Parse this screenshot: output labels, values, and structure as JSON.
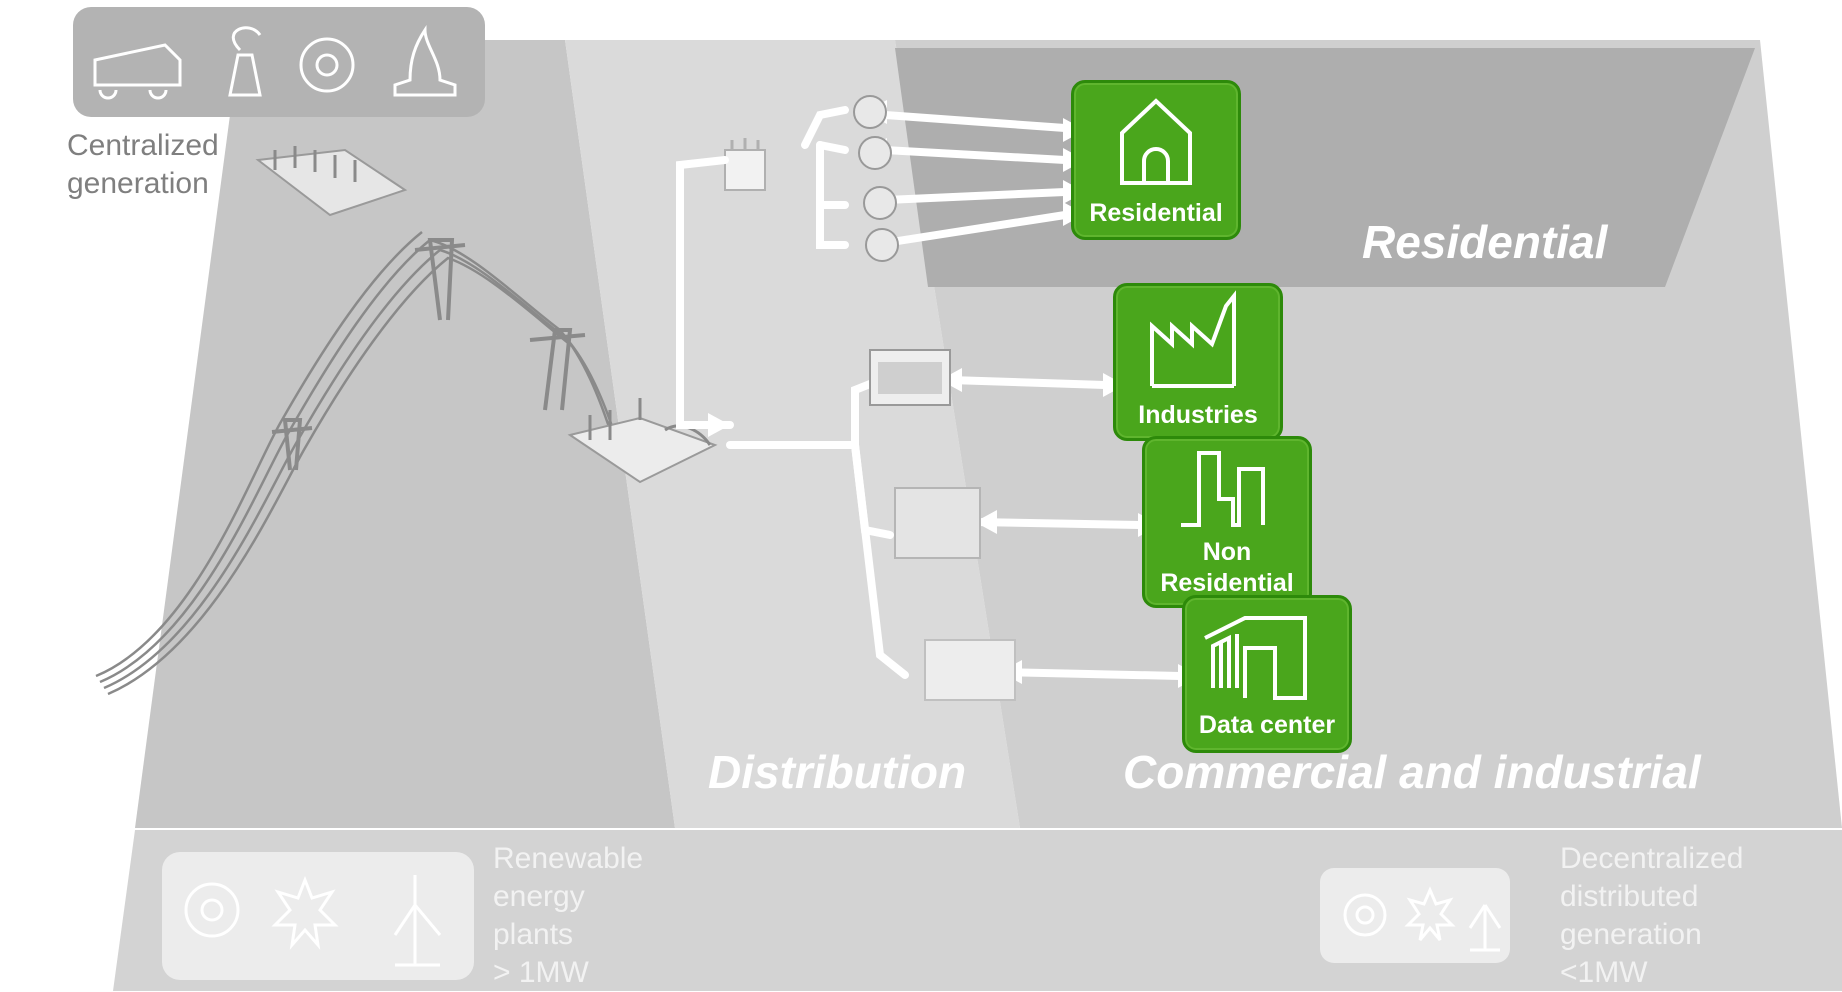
{
  "diagram": {
    "generation": {
      "centralized_label": [
        "Centralized",
        "generation"
      ],
      "icons": [
        "tank-truck-icon",
        "power-plant-icon",
        "gear-icon",
        "gas-flame-icon"
      ]
    },
    "zones": {
      "residential": "Residential",
      "distribution": "Distribution",
      "commercial": "Commercial and industrial"
    },
    "consumers": {
      "residential": "Residential",
      "industries": "Industries",
      "non_residential_line1": "Non",
      "non_residential_line2": "Residential",
      "data_center": "Data center"
    },
    "bottom": {
      "renewable": [
        "Renewable",
        "energy",
        "plants",
        "> 1MW"
      ],
      "decentralized": [
        "Decentralized",
        "distributed",
        "generation",
        "<1MW"
      ]
    },
    "colors": {
      "card_green": "#4aa61c",
      "card_border": "#2d8a0a",
      "panel_gray": "#c8c8c8",
      "residential_zone": "#aaaaaa",
      "distribution_zone": "#dadada",
      "arrow_white": "#ffffff"
    }
  }
}
